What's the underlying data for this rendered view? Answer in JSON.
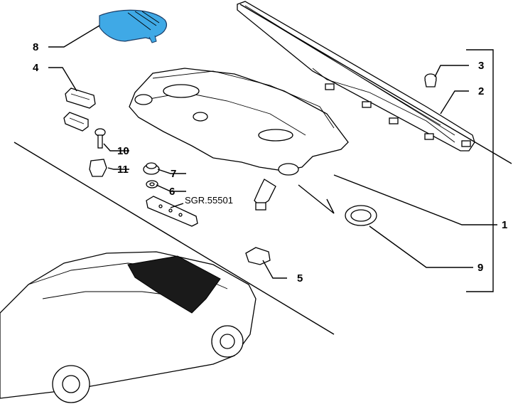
{
  "callouts": {
    "c1": "1",
    "c2": "2",
    "c3": "3",
    "c4": "4",
    "c5": "5",
    "c6": "6",
    "c7": "7",
    "c8": "8",
    "c9": "9",
    "c10": "10",
    "c11": "11"
  },
  "reference_code": "SGR.55501",
  "colors": {
    "highlight_part": "#3fa9e6",
    "line": "#000000",
    "background": "#ffffff"
  }
}
